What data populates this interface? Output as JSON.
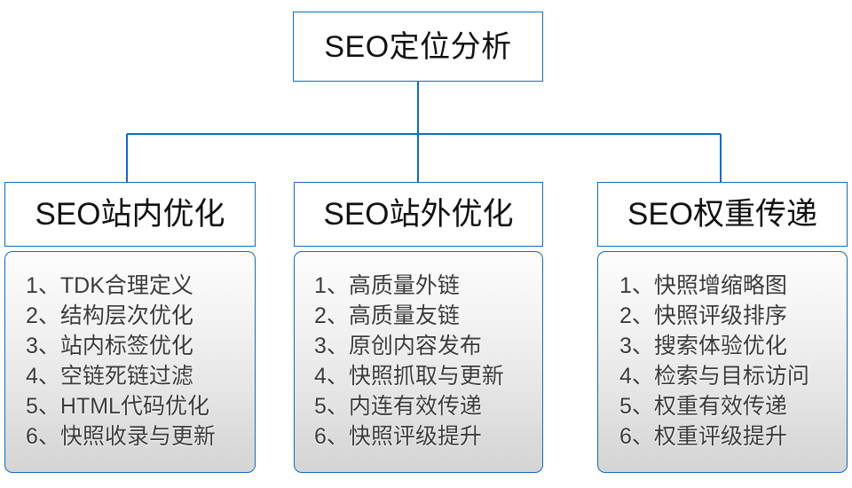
{
  "diagram": {
    "type": "org-chart",
    "root": {
      "label": "SEO定位分析"
    },
    "connector_color": "#0f6cbd",
    "border_color": "#0f6cbd",
    "branches": [
      {
        "id": "seo-onsite",
        "header": "SEO站内优化",
        "items": [
          "1、TDK合理定义",
          "2、结构层次优化",
          "3、站内标签优化",
          "4、空链死链过滤",
          "5、HTML代码优化",
          "6、快照收录与更新"
        ]
      },
      {
        "id": "seo-offsite",
        "header": "SEO站外优化",
        "items": [
          "1、高质量外链",
          "2、高质量友链",
          "3、原创内容发布",
          "4、快照抓取与更新",
          "5、内连有效传递",
          "6、快照评级提升"
        ]
      },
      {
        "id": "seo-weight",
        "header": "SEO权重传递",
        "items": [
          "1、快照增缩略图",
          "2、快照评级排序",
          "3、搜索体验优化",
          "4、检索与目标访问",
          "5、权重有效传递",
          "6、权重评级提升"
        ]
      }
    ]
  }
}
